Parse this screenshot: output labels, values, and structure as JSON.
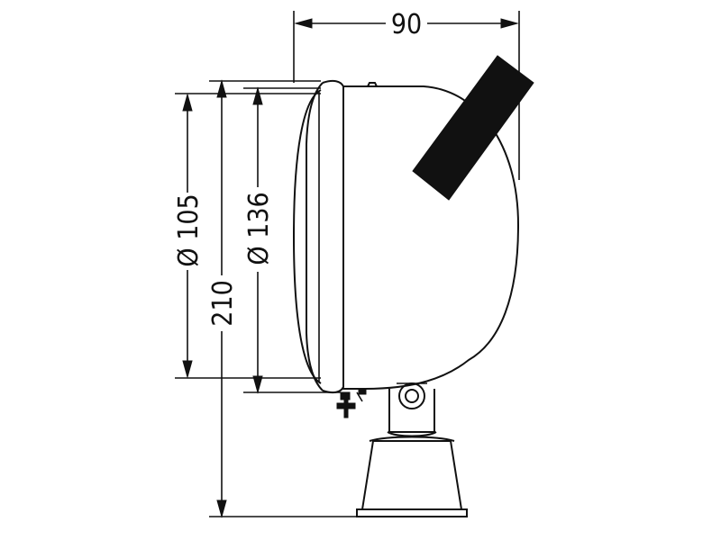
{
  "drawing": {
    "dimensions": {
      "depth": "90",
      "overall_height": "210",
      "inner_diameter": "Ø 105",
      "outer_diameter": "Ø 136"
    }
  },
  "colors": {
    "ink": "#111111",
    "background": "#ffffff"
  }
}
